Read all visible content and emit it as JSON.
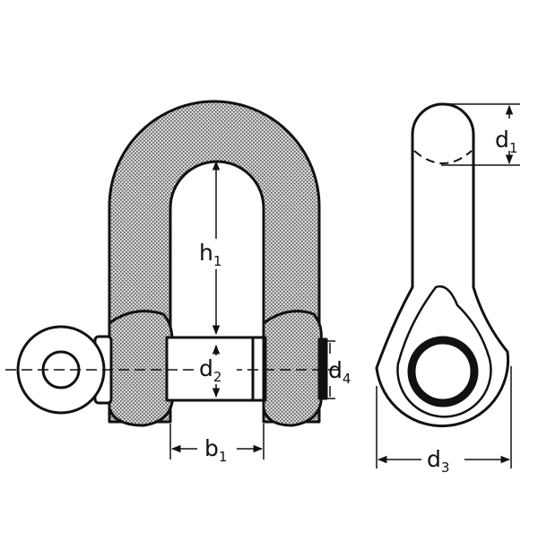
{
  "labels": {
    "h1": {
      "base": "h",
      "sub": "1"
    },
    "d2": {
      "base": "d",
      "sub": "2"
    },
    "d4": {
      "base": "d",
      "sub": "4"
    },
    "b1": {
      "base": "b",
      "sub": "1"
    },
    "d1": {
      "base": "d",
      "sub": "1"
    },
    "d3": {
      "base": "d",
      "sub": "3"
    }
  },
  "colors": {
    "stroke": "#111111",
    "stipple": "#c8c8c8",
    "background": "#ffffff"
  }
}
